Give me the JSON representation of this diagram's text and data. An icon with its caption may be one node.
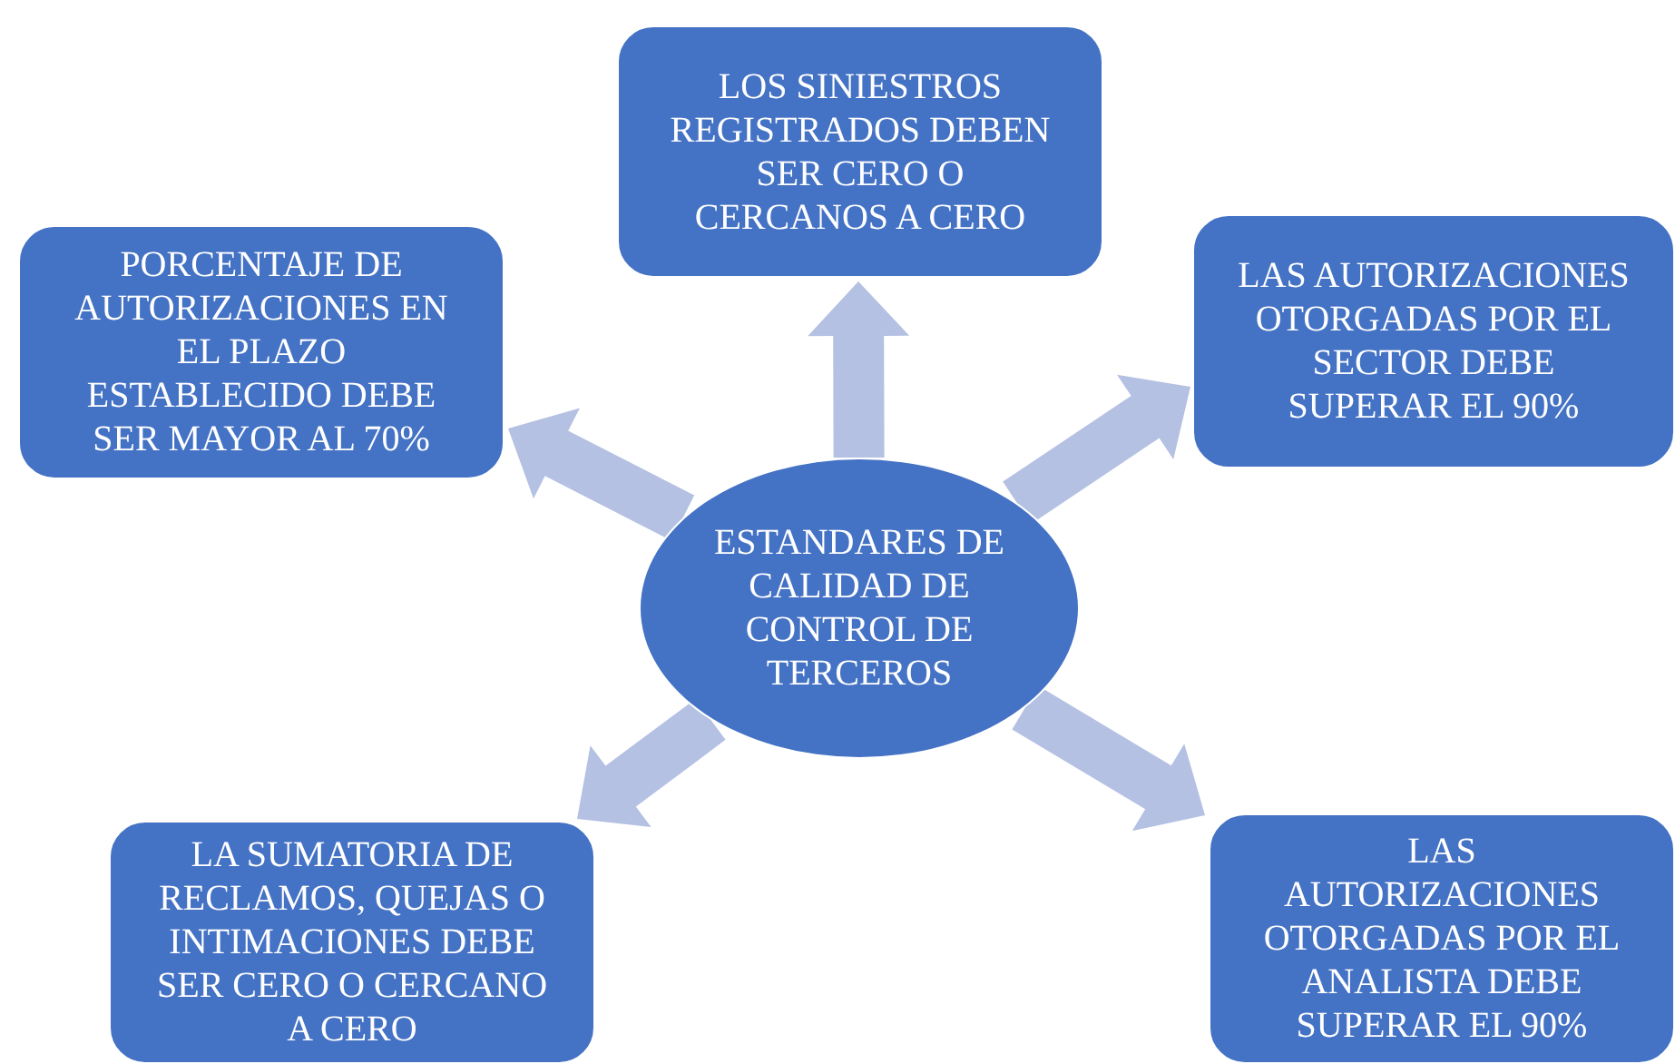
{
  "diagram": {
    "nodes": [
      {
        "text": [
          "LOS SINIESTROS REGISTRADOS DEBEN SER CERO O CERCANOS A CERO"
        ]
      },
      {
        "text": [
          "PORCENTAJE DE AUTORIZACIONES EN EL PLAZO ESTABLECIDO DEBE SER MAYOR AL 70%"
        ]
      },
      {
        "text": [
          "LAS AUTORIZACIONES OTORGADAS POR EL SECTOR DEBE SUPERAR EL 90%"
        ]
      },
      {
        "text": [
          "ESTANDARES DE CALIDAD DE CONTROL DE TERCEROS"
        ]
      },
      {
        "text": [
          "LA SUMATORIA DE RECLAMOS, QUEJAS O INTIMACIONES DEBE SER CERO O CERCANO A CERO"
        ]
      },
      {
        "text": [
          "LAS AUTORIZACIONES OTORGADAS POR EL ANALISTA DEBE SUPERAR EL 90%"
        ]
      }
    ],
    "edges": [
      {
        "from": 3,
        "to": 0,
        "arrow": "to",
        "style": "thick"
      },
      {
        "from": 3,
        "to": 1,
        "arrow": "to",
        "style": "thick"
      },
      {
        "from": 3,
        "to": 2,
        "arrow": "to",
        "style": "thick"
      },
      {
        "from": 3,
        "to": 4,
        "arrow": "to",
        "style": "thick"
      },
      {
        "from": 3,
        "to": 5,
        "arrow": "to",
        "style": "thick"
      }
    ]
  }
}
